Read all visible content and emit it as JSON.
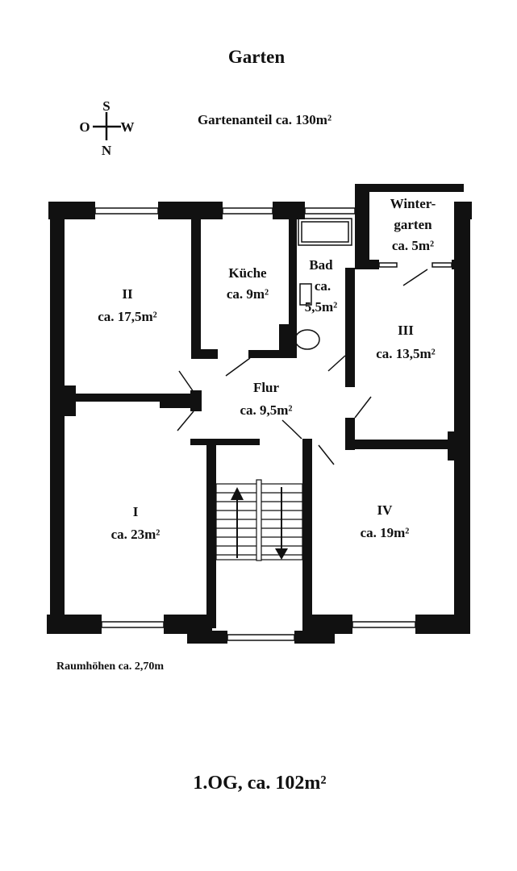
{
  "header": {
    "title": "Garten",
    "garden_share": "Gartenanteil ca. 130m²"
  },
  "compass": {
    "north": "N",
    "south": "S",
    "east": "O",
    "west": "W"
  },
  "rooms": {
    "winter_garden": {
      "name_line1": "Winter-",
      "name_line2": "garten",
      "area": "ca. 5m²"
    },
    "kitchen": {
      "name": "Küche",
      "area": "ca. 9m²"
    },
    "bath": {
      "name": "Bad",
      "area_line1": "ca.",
      "area_line2": "5,5m²"
    },
    "room_2": {
      "name": "II",
      "area": "ca. 17,5m²"
    },
    "room_3": {
      "name": "III",
      "area": "ca. 13,5m²"
    },
    "hallway": {
      "name": "Flur",
      "area": "ca. 9,5m²"
    },
    "room_1": {
      "name": "I",
      "area": "ca. 23m²"
    },
    "room_4": {
      "name": "IV",
      "area": "ca. 19m²"
    }
  },
  "notes": {
    "ceiling_height": "Raumhöhen ca. 2,70m"
  },
  "footer": {
    "floor_summary": "1.OG, ca. 102m²"
  },
  "colors": {
    "wall": "#111111",
    "window": "#ffffff",
    "background": "#ffffff"
  }
}
